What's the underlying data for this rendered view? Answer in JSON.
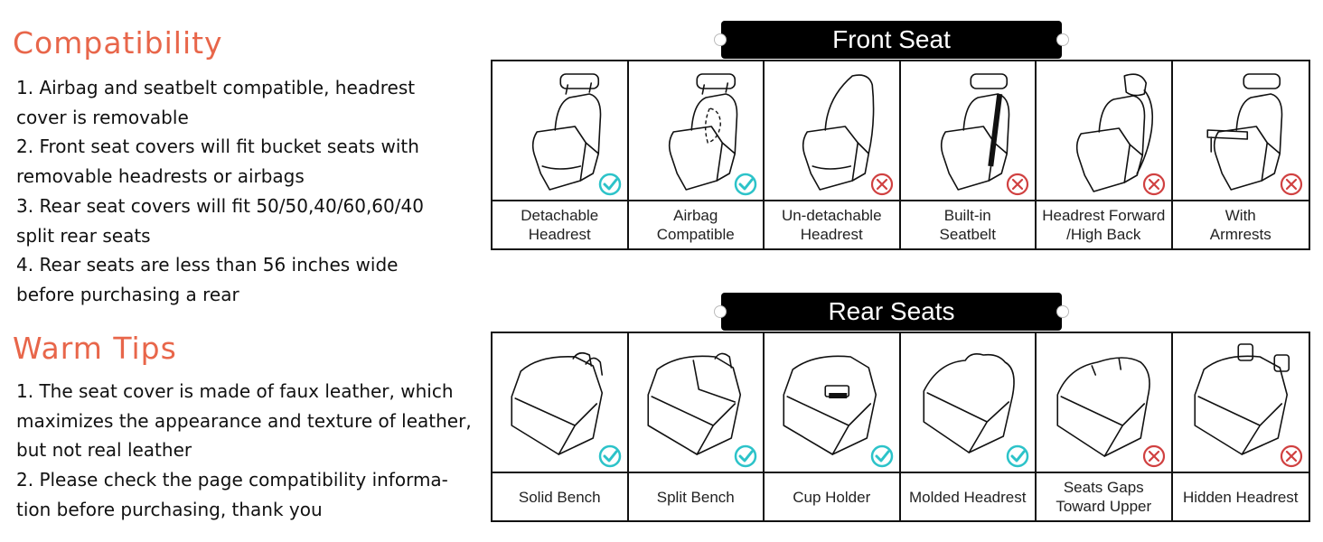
{
  "compatibility": {
    "title": "Compatibility",
    "lines": [
      "1. Airbag and seatbelt compatible, headrest",
      "cover is removable",
      "2. Front seat covers will fit bucket seats with",
      "removable headrests or airbags",
      "3. Rear seat covers will fit 50/50,40/60,60/40",
      "split rear seats",
      "4. Rear seats are less than 56 inches wide",
      "before purchasing a rear"
    ]
  },
  "warm_tips": {
    "title": "Warm Tips",
    "lines": [
      "1. The seat cover is made of faux leather, which",
      "maximizes the appearance and texture of leather,",
      "but not real leather",
      "2. Please check the page compatibility informa-",
      "tion before purchasing, thank you"
    ]
  },
  "front": {
    "banner": "Front Seat",
    "items": [
      {
        "label": "Detachable\nHeadrest",
        "ok": true,
        "icon": "bucket-seat-detachable-headrest-icon"
      },
      {
        "label": "Airbag\nCompatible",
        "ok": true,
        "icon": "bucket-seat-airbag-icon"
      },
      {
        "label": "Un-detachable\nHeadrest",
        "ok": false,
        "icon": "bucket-seat-integrated-headrest-icon"
      },
      {
        "label": "Built-in\nSeatbelt",
        "ok": false,
        "icon": "bucket-seat-seatbelt-icon"
      },
      {
        "label": "Headrest Forward\n/High Back",
        "ok": false,
        "icon": "bucket-seat-forward-headrest-icon"
      },
      {
        "label": "With\nArmrests",
        "ok": false,
        "icon": "bucket-seat-armrest-icon"
      }
    ]
  },
  "rear": {
    "banner": "Rear Seats",
    "items": [
      {
        "label": "Solid Bench",
        "ok": true,
        "icon": "bench-seat-solid-icon"
      },
      {
        "label": "Split Bench",
        "ok": true,
        "icon": "bench-seat-split-icon"
      },
      {
        "label": "Cup Holder",
        "ok": true,
        "icon": "bench-seat-cup-holder-icon"
      },
      {
        "label": "Molded Headrest",
        "ok": true,
        "icon": "bench-seat-molded-headrest-icon"
      },
      {
        "label": "Seats Gaps\nToward Upper",
        "ok": false,
        "icon": "bench-seat-gaps-icon"
      },
      {
        "label": "Hidden Headrest",
        "ok": false,
        "icon": "bench-seat-hidden-headrest-icon"
      }
    ]
  },
  "colors": {
    "heading": "#e8664a",
    "check": "#2cc3c9",
    "cross": "#d04040"
  }
}
